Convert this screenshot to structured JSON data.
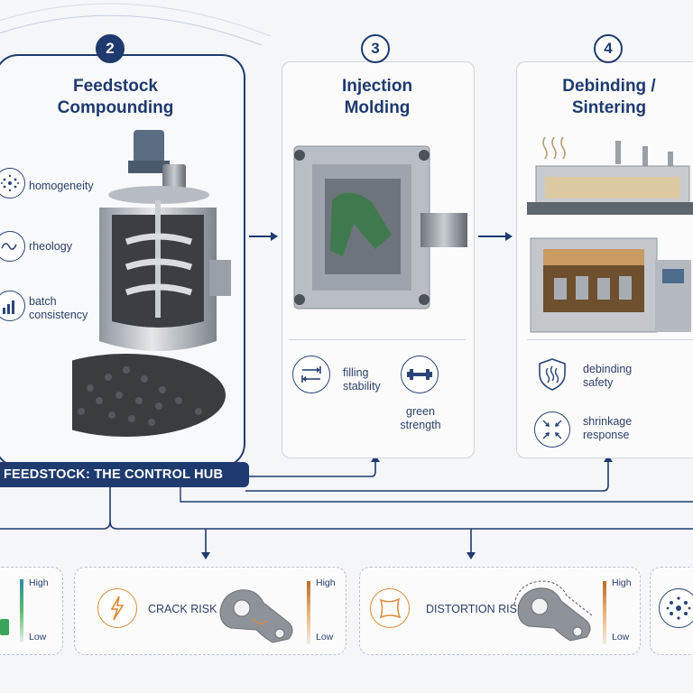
{
  "hub": {
    "step": "2",
    "title_line1": "Feedstock",
    "title_line2": "Compounding",
    "features": [
      {
        "icon": "particles-icon",
        "label": "homogeneity"
      },
      {
        "icon": "wave-icon",
        "label": "rheology"
      },
      {
        "icon": "bar-chart-icon",
        "label_line1": "batch",
        "label_line2": "consistency"
      }
    ],
    "banner": "FEEDSTOCK: THE CONTROL HUB"
  },
  "injection": {
    "step": "3",
    "title_line1": "Injection",
    "title_line2": "Molding",
    "features": [
      {
        "icon": "filling-arrows-icon",
        "label_line1": "filling",
        "label_line2": "stability"
      },
      {
        "icon": "dumbbell-icon",
        "label_line1": "green",
        "label_line2": "strength"
      }
    ]
  },
  "sintering": {
    "step": "4",
    "title_line1": "Debinding /",
    "title_line2": "Sintering",
    "features": [
      {
        "icon": "heat-shield-icon",
        "label_line1": "debinding",
        "label_line2": "safety"
      },
      {
        "icon": "shrink-arrows-icon",
        "label_line1": "shrinkage",
        "label_line2": "response"
      }
    ]
  },
  "risks": [
    {
      "label": "",
      "high": "High",
      "low": "Low"
    },
    {
      "label": "CRACK RISK",
      "high": "High",
      "low": "Low"
    },
    {
      "label": "DISTORTION RISK",
      "high": "High",
      "low": "Low"
    }
  ],
  "colors": {
    "navy": "#1e3a6e",
    "crack_accent": "#d9893a",
    "legend_green": "#3aa35c"
  }
}
